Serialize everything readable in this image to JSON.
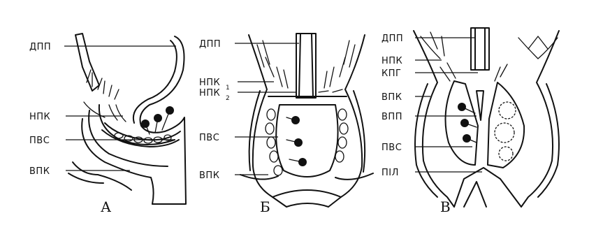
{
  "diagram": {
    "panels": [
      {
        "id": "a",
        "caption": "А",
        "labels": [
          "ДПП",
          "НПК",
          "ПВС",
          "ВПК"
        ]
      },
      {
        "id": "b",
        "caption": "Б",
        "labels": [
          "ДПП",
          "НПК",
          "НПК",
          "ПВС",
          "ВПК"
        ],
        "subscripts": [
          "1",
          "2"
        ]
      },
      {
        "id": "c",
        "caption": "В",
        "labels": [
          "ДПП",
          "НПК",
          "КПГ",
          "ВПК",
          "ВПП",
          "ПВС",
          "ПІЛ"
        ]
      }
    ]
  }
}
